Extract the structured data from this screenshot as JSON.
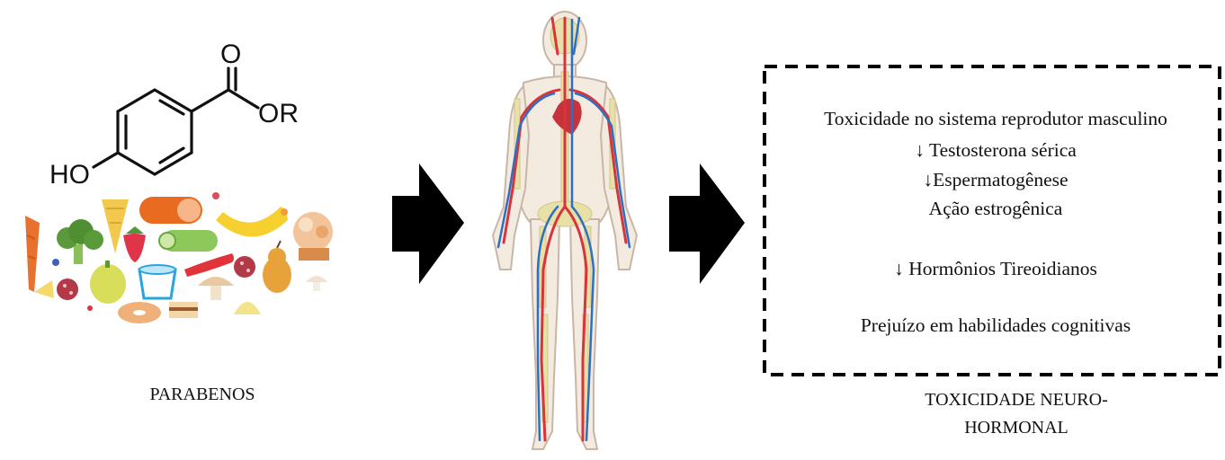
{
  "left": {
    "label": "PARABENOS",
    "structure": {
      "o_label": "O",
      "or_label": "OR",
      "ho_label": "HO"
    }
  },
  "right": {
    "effects": [
      "Toxicidade no sistema reprodutor masculino",
      "↓ Testosterona sérica",
      "↓Espermatogênese",
      "Ação estrogênica",
      "↓ Hormônios Tireoidianos",
      "Prejuízo em habilidades cognitivas"
    ],
    "label_line1": "TOXICIDADE NEURO-",
    "label_line2": "HORMONAL"
  },
  "colors": {
    "arrow": "#000000",
    "artery": "#d8343b",
    "vein": "#2f6fc0",
    "bone": "#e7e1a8",
    "skin_outline": "#c9b6a6"
  }
}
